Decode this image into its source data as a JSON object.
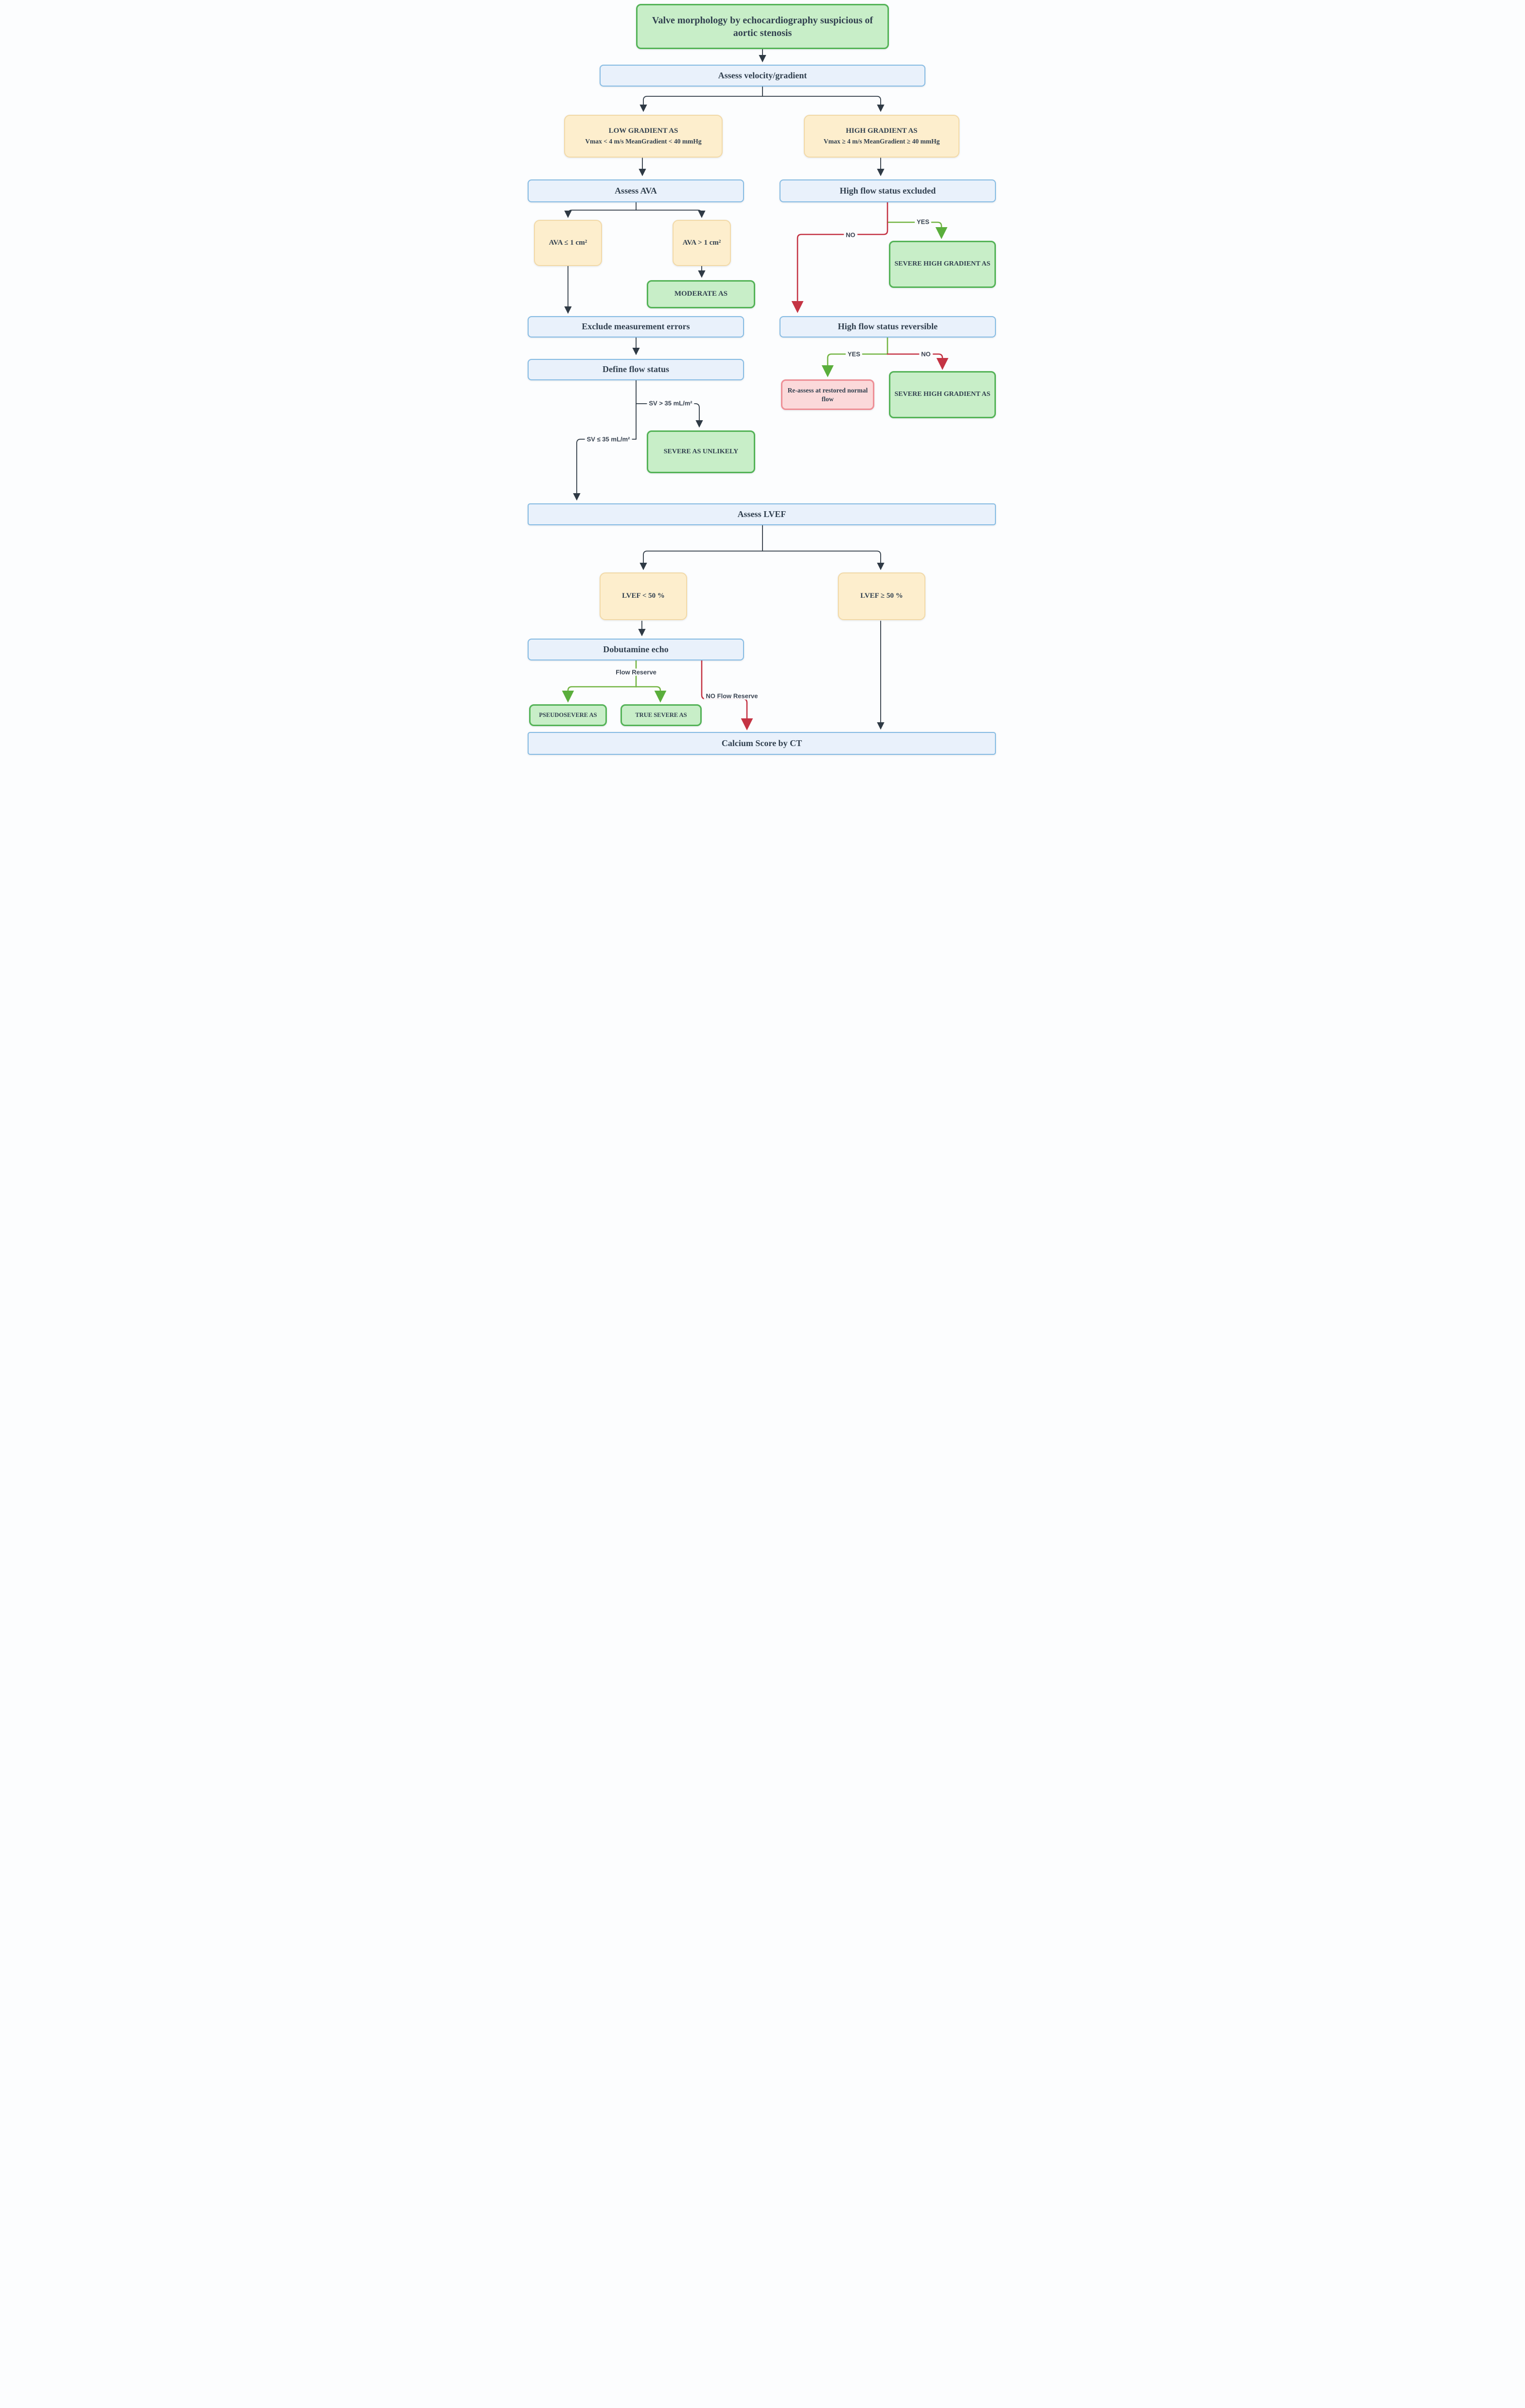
{
  "diagram": {
    "nodes": {
      "title": {
        "label": "Valve morphology by echocardiography suspicious of aortic stenosis"
      },
      "assess_velocity": {
        "label": "Assess velocity/gradient"
      },
      "low_gradient": {
        "label": "LOW GRADIENT AS",
        "sublabel": "Vmax < 4 m/s MeanGradient < 40 mmHg"
      },
      "high_gradient": {
        "label": "HIGH GRADIENT AS",
        "sublabel": "Vmax ≥ 4 m/s MeanGradient ≥ 40 mmHg"
      },
      "assess_ava": {
        "label": "Assess AVA"
      },
      "high_flow_excluded": {
        "label": "High flow status excluded"
      },
      "ava_le_1": {
        "label": "AVA ≤ 1 cm²"
      },
      "ava_gt_1": {
        "label": "AVA > 1 cm²"
      },
      "moderate_as": {
        "label": "MODERATE AS"
      },
      "severe_high_gradient_1": {
        "label": "SEVERE HIGH GRADIENT AS"
      },
      "exclude_errors": {
        "label": "Exclude measurement errors"
      },
      "define_flow": {
        "label": "Define flow status"
      },
      "high_flow_reversible": {
        "label": "High flow status reversible"
      },
      "reassess": {
        "label": "Re-assess at restored normal flow"
      },
      "severe_high_gradient_2": {
        "label": "SEVERE HIGH GRADIENT AS"
      },
      "severe_as_unlikely": {
        "label": "SEVERE AS UNLIKELY"
      },
      "assess_lvef": {
        "label": "Assess LVEF"
      },
      "lvef_lt_50": {
        "label": "LVEF < 50 %"
      },
      "lvef_ge_50": {
        "label": "LVEF ≥ 50 %"
      },
      "dobutamine_echo": {
        "label": "Dobutamine echo"
      },
      "pseudosevere_as": {
        "label": "PSEUDOSEVERE AS"
      },
      "true_severe_as": {
        "label": "TRUE SEVERE AS"
      },
      "calcium_score": {
        "label": "Calcium Score by CT"
      }
    },
    "edge_labels": {
      "yes_excluded": "YES",
      "no_excluded": "NO",
      "yes_reversible": "YES",
      "no_reversible": "NO",
      "sv_gt_35": "SV > 35 mL/m²",
      "sv_le_35": "SV ≤ 35 mL/m²",
      "flow_reserve": "Flow Reserve",
      "no_flow_reserve": "NO Flow Reserve"
    },
    "colors": {
      "green_fill": "#c8eec8",
      "green_border": "#54b357",
      "blue_fill": "#e9f1fb",
      "blue_border": "#85bbe3",
      "tan_fill": "#fdeecd",
      "tan_border": "#f2d9a7",
      "pink_fill": "#fbd9da",
      "pink_border": "#ee8f96",
      "edge_black": "#2f3a45",
      "edge_green": "#74b544",
      "edge_red": "#c43444",
      "text": "#31404f"
    }
  }
}
